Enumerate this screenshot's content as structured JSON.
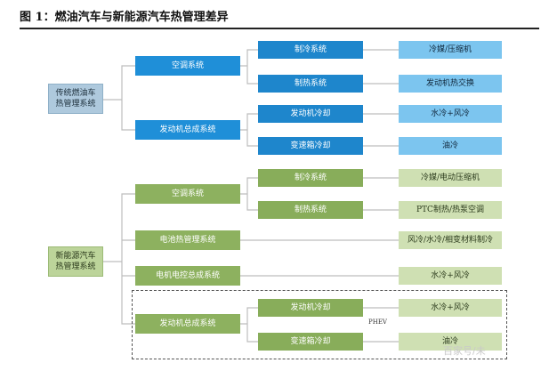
{
  "title": "图 1：燃油汽车与新能源汽车热管理差异",
  "traditional": {
    "root": "传统燃油车\n热管理系统",
    "ac": "空调系统",
    "engine": "发动机总成系统",
    "ac_cool": "制冷系统",
    "ac_heat": "制热系统",
    "eng_cool": "发动机冷却",
    "gear_cool": "变速箱冷却",
    "ac_cool_out": "冷媒/压缩机",
    "ac_heat_out": "发动机热交换",
    "eng_cool_out": "水冷+风冷",
    "gear_cool_out": "油冷"
  },
  "nev": {
    "root": "新能源汽车\n热管理系统",
    "ac": "空调系统",
    "battery": "电池热管理系统",
    "motor": "电机电控总成系统",
    "engine": "发动机总成系统",
    "ac_cool": "制冷系统",
    "ac_heat": "制热系统",
    "eng_cool": "发动机冷却",
    "gear_cool": "变速箱冷却",
    "ac_cool_out": "冷媒/电动压缩机",
    "ac_heat_out": "PTC制热/热泵空调",
    "battery_out": "风冷/水冷/相变材料制冷",
    "motor_out": "水冷+风冷",
    "eng_cool_out": "水冷+风冷",
    "gear_cool_out": "油冷",
    "phev": "PHEV"
  },
  "watermark": "百家号/未",
  "colors": {
    "blue_dark": "#1f8fd8",
    "blue_light": "#7cc5ef",
    "green_dark": "#8db15f",
    "green_light": "#cfe0b3",
    "connector": "#b8b8b8"
  }
}
